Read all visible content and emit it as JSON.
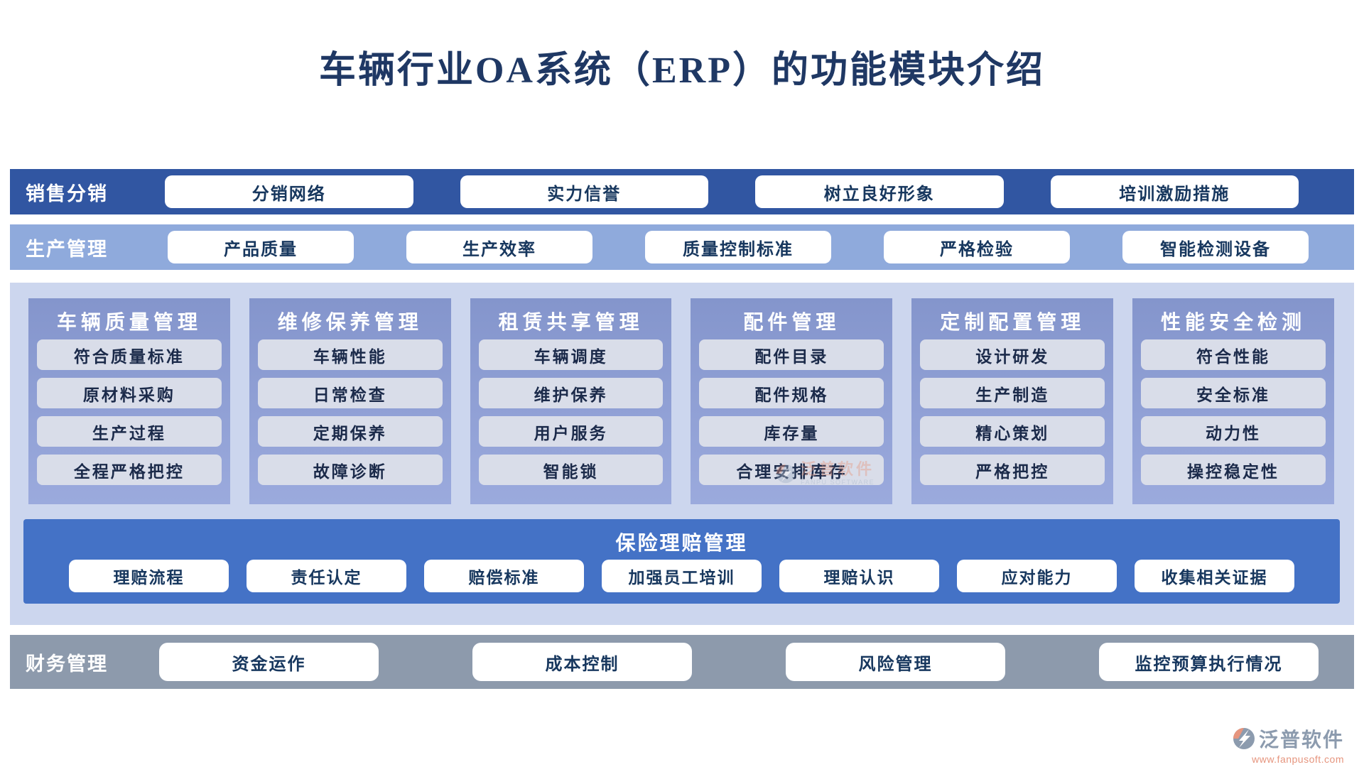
{
  "title": "车辆行业OA系统（ERP）的功能模块介绍",
  "sales_row": {
    "label": "销售分销",
    "items": [
      "分销网络",
      "实力信誉",
      "树立良好形象",
      "培训激励措施"
    ]
  },
  "production_row": {
    "label": "生产管理",
    "items": [
      "产品质量",
      "生产效率",
      "质量控制标准",
      "严格检验",
      "智能检测设备"
    ]
  },
  "modules": [
    {
      "title": "车辆质量管理",
      "items": [
        "符合质量标准",
        "原材料采购",
        "生产过程",
        "全程严格把控"
      ]
    },
    {
      "title": "维修保养管理",
      "items": [
        "车辆性能",
        "日常检查",
        "定期保养",
        "故障诊断"
      ]
    },
    {
      "title": "租赁共享管理",
      "items": [
        "车辆调度",
        "维护保养",
        "用户服务",
        "智能锁"
      ]
    },
    {
      "title": "配件管理",
      "items": [
        "配件目录",
        "配件规格",
        "库存量",
        "合理安排库存"
      ]
    },
    {
      "title": "定制配置管理",
      "items": [
        "设计研发",
        "生产制造",
        "精心策划",
        "严格把控"
      ]
    },
    {
      "title": "性能安全检测",
      "items": [
        "符合性能",
        "安全标准",
        "动力性",
        "操控稳定性"
      ]
    }
  ],
  "insurance": {
    "title": "保险理赔管理",
    "items": [
      "理赔流程",
      "责任认定",
      "赔偿标准",
      "加强员工培训",
      "理赔认识",
      "应对能力",
      "收集相关证据"
    ]
  },
  "finance_row": {
    "label": "财务管理",
    "items": [
      "资金运作",
      "成本控制",
      "风险管理",
      "监控预算执行情况"
    ]
  },
  "watermark": {
    "text": "泛普软件",
    "subtext": "FANPU SOFTWARE"
  },
  "logo": {
    "text": "泛普软件",
    "url": "www.fanpusoft.com"
  },
  "colors": {
    "title_text": "#1F3864",
    "sales_band": "#3156A2",
    "production_band": "#8FAADC",
    "mid_background": "#CCD6EE",
    "panel_top": "#8495CC",
    "panel_bottom": "#9BAADD",
    "chip_fill": "#D9DDE9",
    "chip_text": "#1B2A4A",
    "insurance_band": "#4472C6",
    "finance_band": "#8D9AAC",
    "pill_text": "#17375E",
    "logo_gray": "#8C9BAE",
    "logo_salmon": "#E6957E"
  }
}
